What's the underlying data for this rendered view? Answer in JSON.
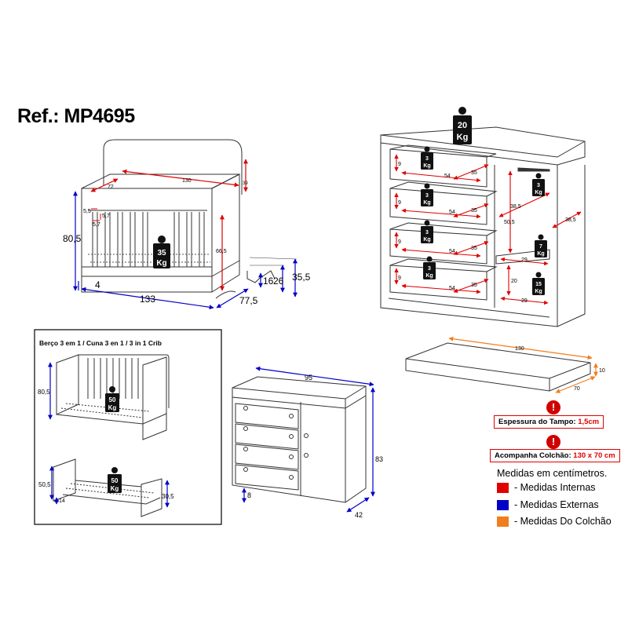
{
  "title": "Ref.: MP4695",
  "crib": {
    "dims_internal": [
      "130",
      "72",
      "39",
      "5,5",
      "5,7",
      "5,7",
      "66,5"
    ],
    "dims_external": [
      "80,5",
      "133",
      "77,5",
      "4",
      "16",
      "26",
      "35,5"
    ],
    "weight": [
      "35",
      "Kg"
    ]
  },
  "dresser_top": {
    "weight_top": [
      "20",
      "Kg"
    ],
    "drawer_weights": [
      [
        "3",
        "Kg"
      ],
      [
        "3",
        "Kg"
      ],
      [
        "3",
        "Kg"
      ],
      [
        "3",
        "Kg"
      ]
    ],
    "drawer_dims": [
      {
        "h": "9",
        "w": "54",
        "d": "35"
      },
      {
        "h": "9",
        "w": "54",
        "d": "35"
      },
      {
        "h": "9",
        "w": "54",
        "d": "35"
      },
      {
        "h": "9",
        "w": "54",
        "d": "35"
      }
    ],
    "right_dims": [
      "38,5",
      "50,5",
      "38,5",
      "29",
      "20",
      "29"
    ],
    "right_weights": [
      [
        "3",
        "Kg"
      ],
      [
        "7",
        "Kg"
      ],
      [
        "15",
        "Kg"
      ]
    ]
  },
  "mattress": {
    "dims": [
      "130",
      "10",
      "70"
    ]
  },
  "inset": {
    "title": "Berço 3 em 1 / Cuna 3 en 1 / 3 in 1 Crib",
    "sofa_dims": [
      "80,5"
    ],
    "sofa_weight": [
      "50",
      "Kg"
    ],
    "bed_dims": [
      "50,5",
      "14",
      "30,5"
    ],
    "bed_weight": [
      "50",
      "Kg"
    ]
  },
  "dresser_front": {
    "dims": [
      "95",
      "83",
      "8",
      "42"
    ]
  },
  "callouts": {
    "thickness_label": "Espessura do Tampo:",
    "thickness_value": "1,5cm",
    "mattress_label": "Acompanha Colchão:",
    "mattress_value": "130 x 70 cm"
  },
  "legend": {
    "note": "Medidas em centímetros.",
    "items": [
      {
        "label": "- Medidas Internas",
        "color": "#e00000"
      },
      {
        "label": "- Medidas Externas",
        "color": "#0000c8"
      },
      {
        "label": "- Medidas Do Colchão",
        "color": "#f07d1e"
      }
    ]
  },
  "colors": {
    "internal": "#e00000",
    "external": "#0000c8",
    "mattress": "#f07d1e"
  }
}
